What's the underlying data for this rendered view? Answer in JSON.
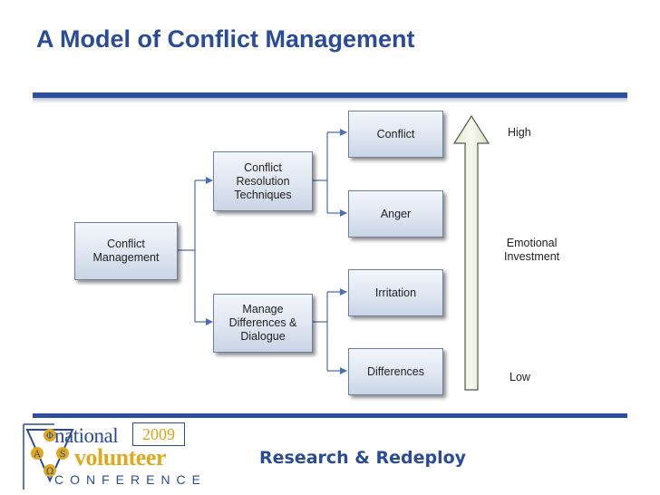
{
  "slide": {
    "title": "A Model of Conflict Management",
    "tagline": "Research & Redeploy"
  },
  "diagram": {
    "nodes": {
      "root": "Conflict\nManagement",
      "techniques": "Conflict\nResolution\nTechniques",
      "manage": "Manage\nDifferences &\nDialogue",
      "conflict": "Conflict",
      "anger": "Anger",
      "irritation": "Irritation",
      "differences": "Differences"
    },
    "scale": {
      "high": "High",
      "middle": "Emotional\nInvestment",
      "low": "Low"
    }
  },
  "logo": {
    "national": "national",
    "year": "2009",
    "volunteer": "volunteer",
    "conference": "CONFERENCE",
    "emblem_letters": [
      "Φ",
      "A",
      "S",
      "Ω"
    ]
  },
  "colors": {
    "brand_blue": "#2a4b97",
    "brand_gold": "#e0a81d",
    "connector_blue": "#4a6fb2"
  }
}
